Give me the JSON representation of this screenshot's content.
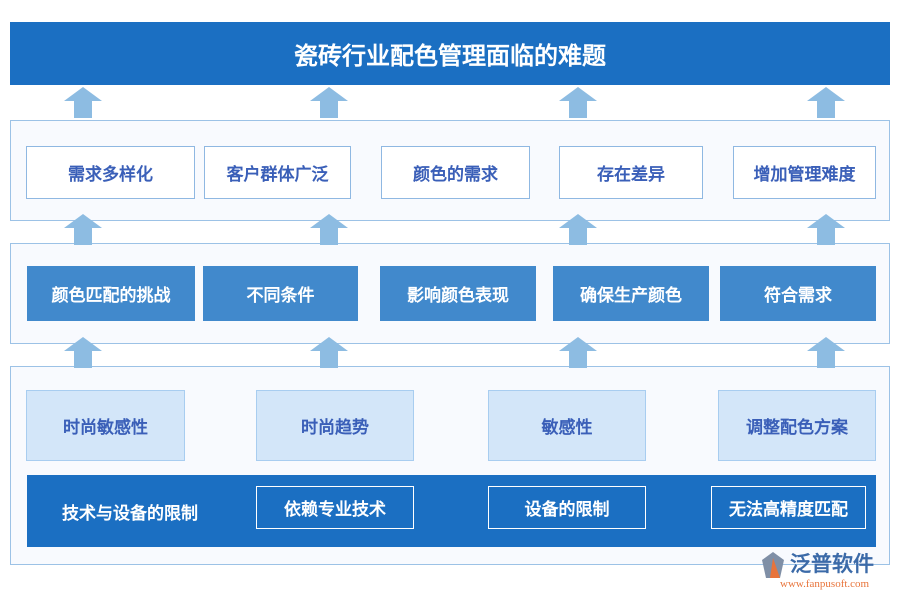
{
  "title": "瓷砖行业配色管理面临的难题",
  "row1": [
    "需求多样化",
    "客户群体广泛",
    "颜色的需求",
    "存在差异",
    "增加管理难度"
  ],
  "row2": [
    "颜色匹配的挑战",
    "不同条件",
    "影响颜色表现",
    "确保生产颜色",
    "符合需求"
  ],
  "row3": [
    "时尚敏感性",
    "时尚趋势",
    "敏感性",
    "调整配色方案"
  ],
  "band": {
    "label": "技术与设备的限制",
    "items": [
      "依赖专业技术",
      "设备的限制",
      "无法高精度匹配"
    ]
  },
  "logo": {
    "name": "泛普软件",
    "url": "www.fanpusoft.com"
  },
  "colors": {
    "primary": "#1b6fc2",
    "mid": "#4189cc",
    "light": "#d3e6f9",
    "arrow": "#8dbce2",
    "text": "#3a5fb8"
  }
}
